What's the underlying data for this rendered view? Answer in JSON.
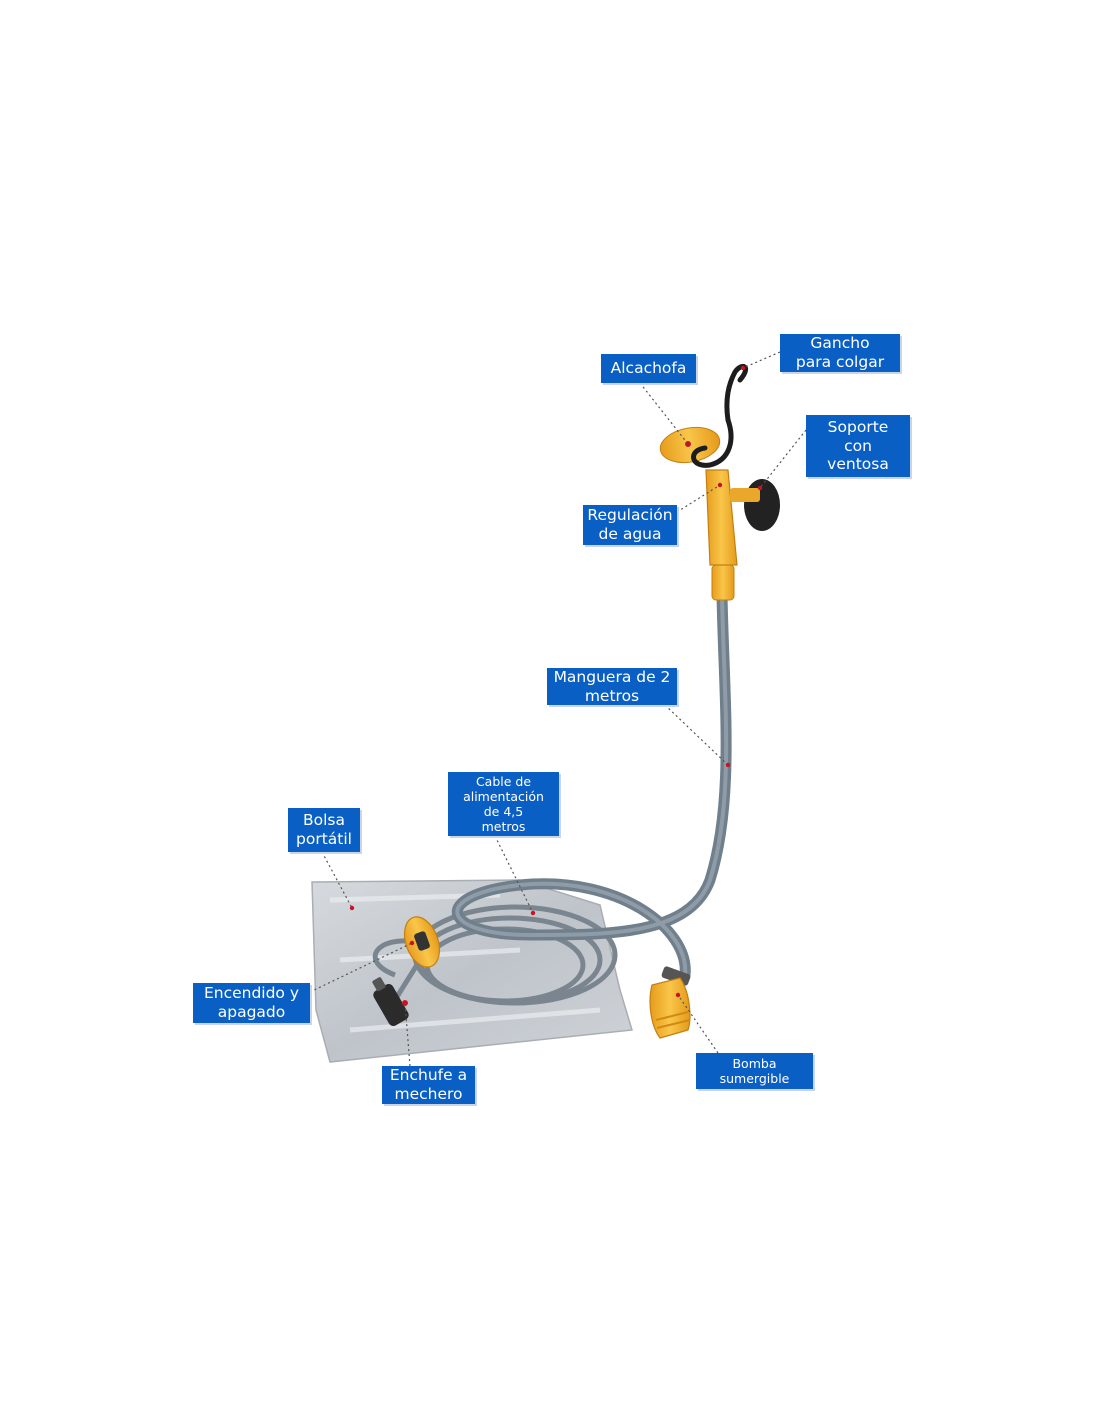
{
  "labels": {
    "gancho": "Gancho\npara colgar",
    "alcachofa": "Alcachofa",
    "soporte": "Soporte\ncon\nventosa",
    "regulacion": "Regulación\nde agua",
    "manguera": "Manguera de 2\nmetros",
    "cable": "Cable de\nalimentación\nde 4,5\nmetros",
    "bolsa": "Bolsa\nportátil",
    "encendido": "Encendido y\napagado",
    "enchufe": "Enchufe a\nmechero",
    "bomba": "Bomba\nsumergible"
  },
  "colors": {
    "label_bg": "#0a5fc4",
    "label_text": "#ffffff",
    "hose": "#6f7f8c",
    "shower_yellow": "#f5b830",
    "bag": "#c4c9cf",
    "leader": "#555555",
    "leader_dot": "#cc1122"
  },
  "icons": {
    "product": "portable-shower-icon"
  }
}
